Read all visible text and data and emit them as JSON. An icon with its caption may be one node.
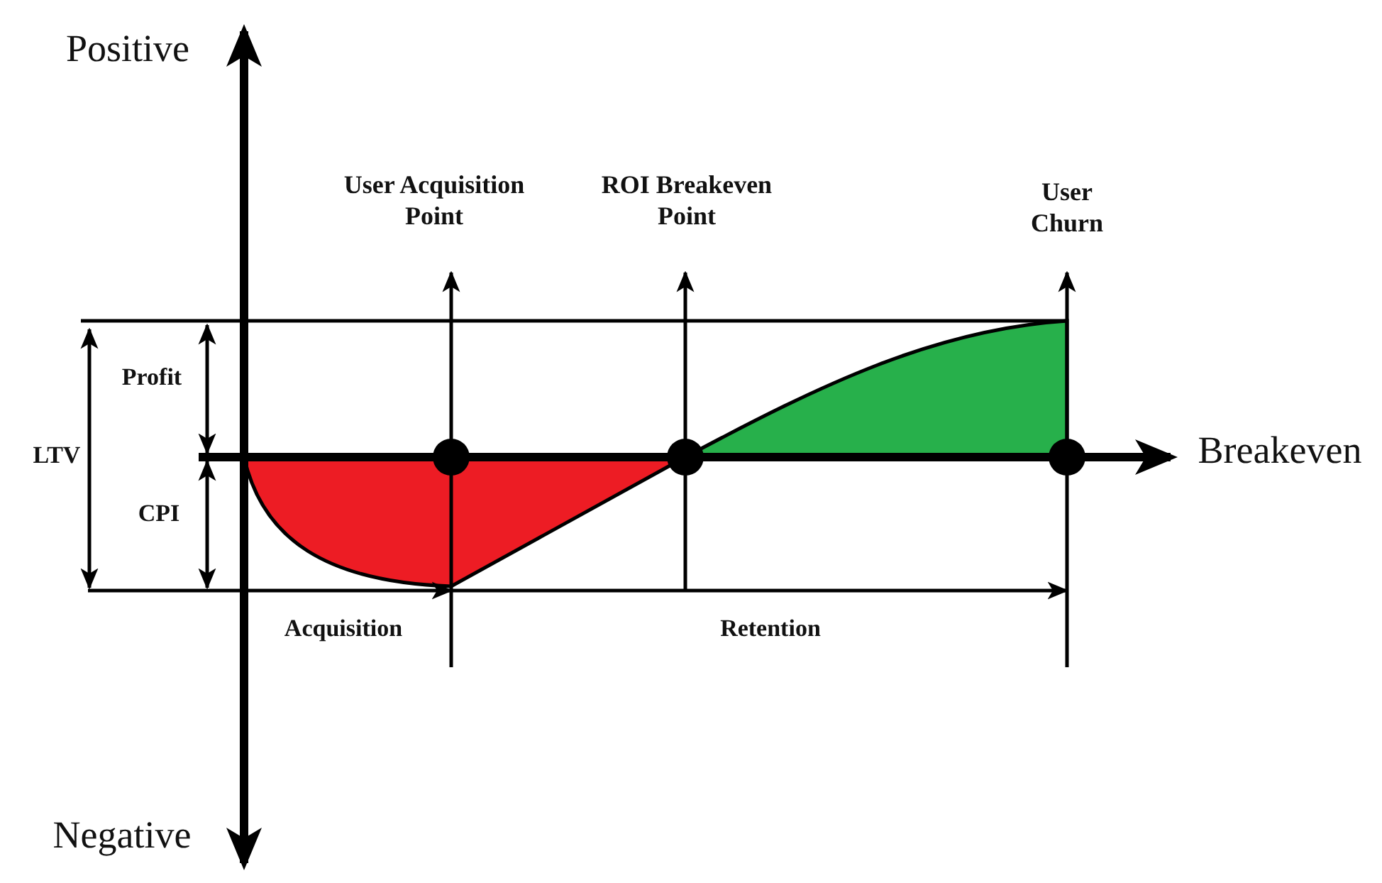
{
  "diagram": {
    "labels": [
      "Positive",
      "User Acquisition Point",
      "ROI Breakeven Point",
      "User Churn",
      "Profit",
      "LTV",
      "Breakeven",
      "CPI",
      "Acquisition",
      "Retention",
      "Negative"
    ]
  }
}
